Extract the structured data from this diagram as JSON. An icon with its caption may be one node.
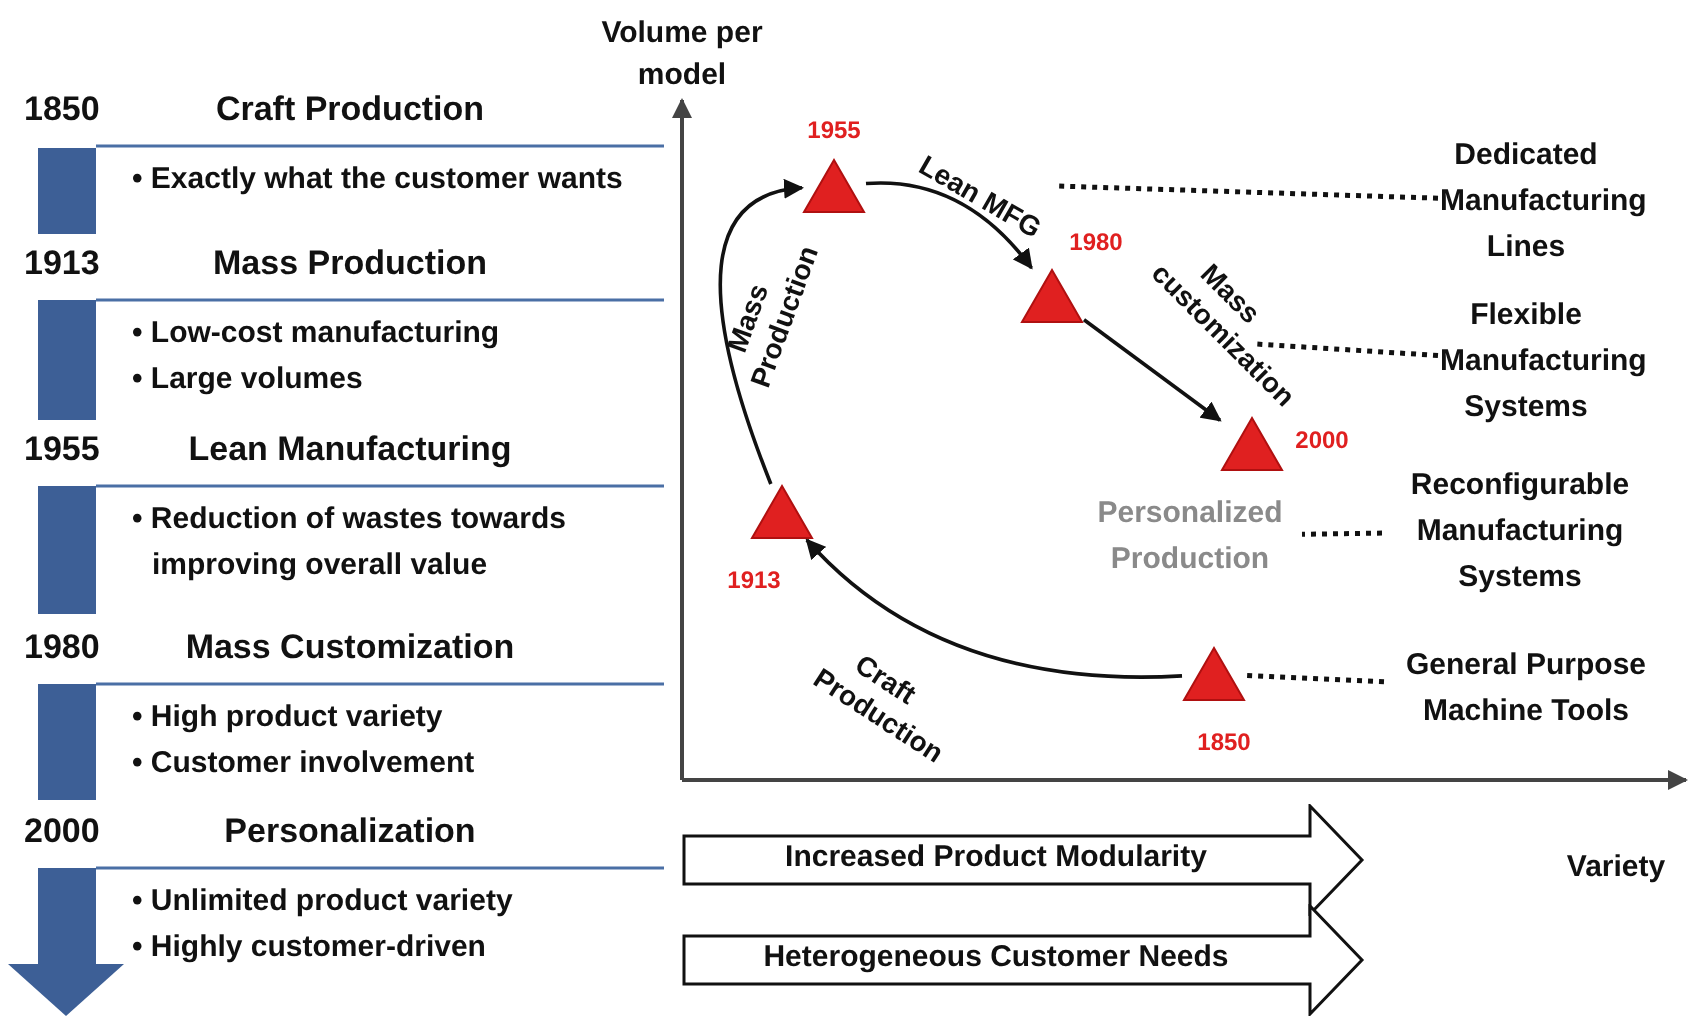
{
  "diagram": {
    "nodes": [
      {
        "text": [
          "1850",
          "Craft Production",
          "• Exactly what the customer wants"
        ]
      },
      {
        "text": [
          "1913",
          "Mass Production",
          "• Low-cost manufacturing",
          "• Large volumes"
        ]
      },
      {
        "text": [
          "1955",
          "Lean Manufacturing",
          "• Reduction of wastes towards improving overall value"
        ]
      },
      {
        "text": [
          "1980",
          "Mass Customization",
          "• High product variety",
          "• Customer involvement"
        ]
      },
      {
        "text": [
          "2000",
          "Personalization",
          "• Unlimited product variety",
          "• Highly customer-driven"
        ]
      },
      {
        "text": [],
        "shape": "triangle",
        "beside": [
          "1850"
        ]
      },
      {
        "text": [],
        "shape": "triangle",
        "beside": [
          "1913"
        ]
      },
      {
        "text": [],
        "shape": "triangle",
        "beside": [
          "1955"
        ]
      },
      {
        "text": [],
        "shape": "triangle",
        "beside": [
          "1980"
        ]
      },
      {
        "text": [],
        "shape": "triangle",
        "beside": [
          "2000"
        ]
      },
      {
        "text": [
          "Dedicated Manufacturing Lines"
        ]
      },
      {
        "text": [
          "Flexible Manufacturing Systems"
        ]
      },
      {
        "text": [
          "Personalized Production"
        ]
      },
      {
        "text": [
          "Reconfigurable Manufacturing Systems"
        ]
      },
      {
        "text": [
          "General Purpose Machine Tools"
        ]
      },
      {
        "text": [
          "Increased Product Modularity"
        ]
      },
      {
        "text": [
          "Heterogeneous Customer Needs"
        ]
      }
    ],
    "edges": [
      {
        "from": 5,
        "to": 6,
        "arrow": "to",
        "label": "Craft Production"
      },
      {
        "from": 6,
        "to": 7,
        "arrow": "to",
        "label": "Mass Production"
      },
      {
        "from": 7,
        "to": 8,
        "arrow": "to",
        "label": "Lean MFG"
      },
      {
        "from": 8,
        "to": 9,
        "arrow": "to",
        "label": "Mass customization"
      },
      {
        "from": 10,
        "to": null,
        "arrow": "none",
        "style": "dashed"
      },
      {
        "from": 11,
        "to": null,
        "arrow": "none",
        "style": "dashed"
      },
      {
        "from": 13,
        "to": 12,
        "arrow": "none",
        "style": "dashed"
      },
      {
        "from": 14,
        "to": 5,
        "arrow": "none",
        "style": "dashed"
      }
    ],
    "labels": [
      "Volume per model",
      "Variety"
    ]
  }
}
